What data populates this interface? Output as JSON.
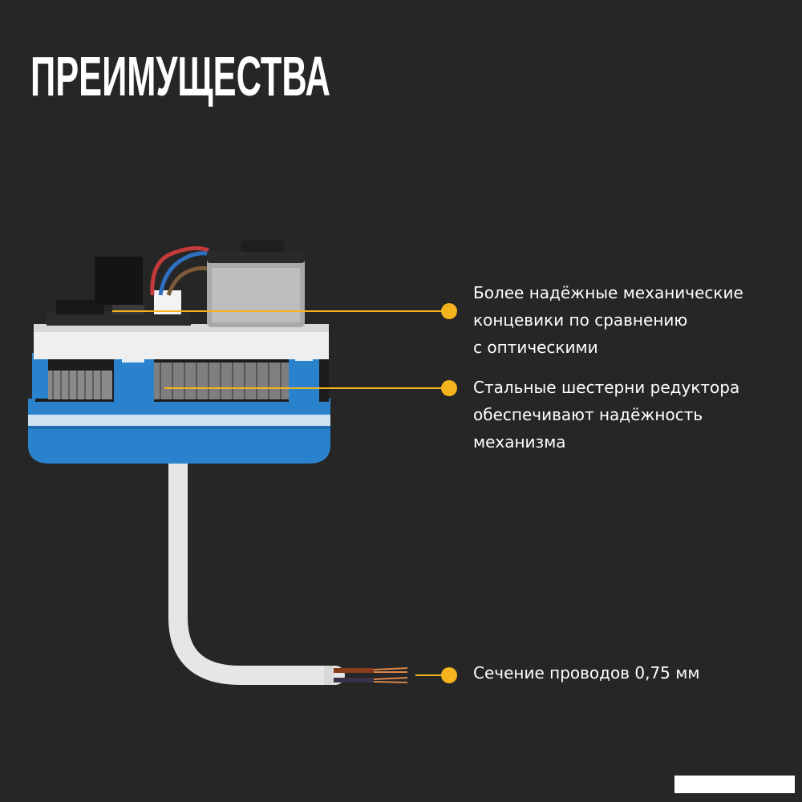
{
  "title": "ПРЕИМУЩЕСТВА",
  "colors": {
    "background": "#262626",
    "accent": "#f5b41e",
    "text": "#ffffff",
    "device_blue": "#2a82cc"
  },
  "callouts": [
    {
      "text": "Более надёжные механические\nконцевики по сравнению\nс оптическими"
    },
    {
      "text": "Стальные шестерни редуктора\nобеспечивают надёжность\nмеханизма"
    },
    {
      "text": "Сечение проводов 0,75 мм"
    }
  ]
}
